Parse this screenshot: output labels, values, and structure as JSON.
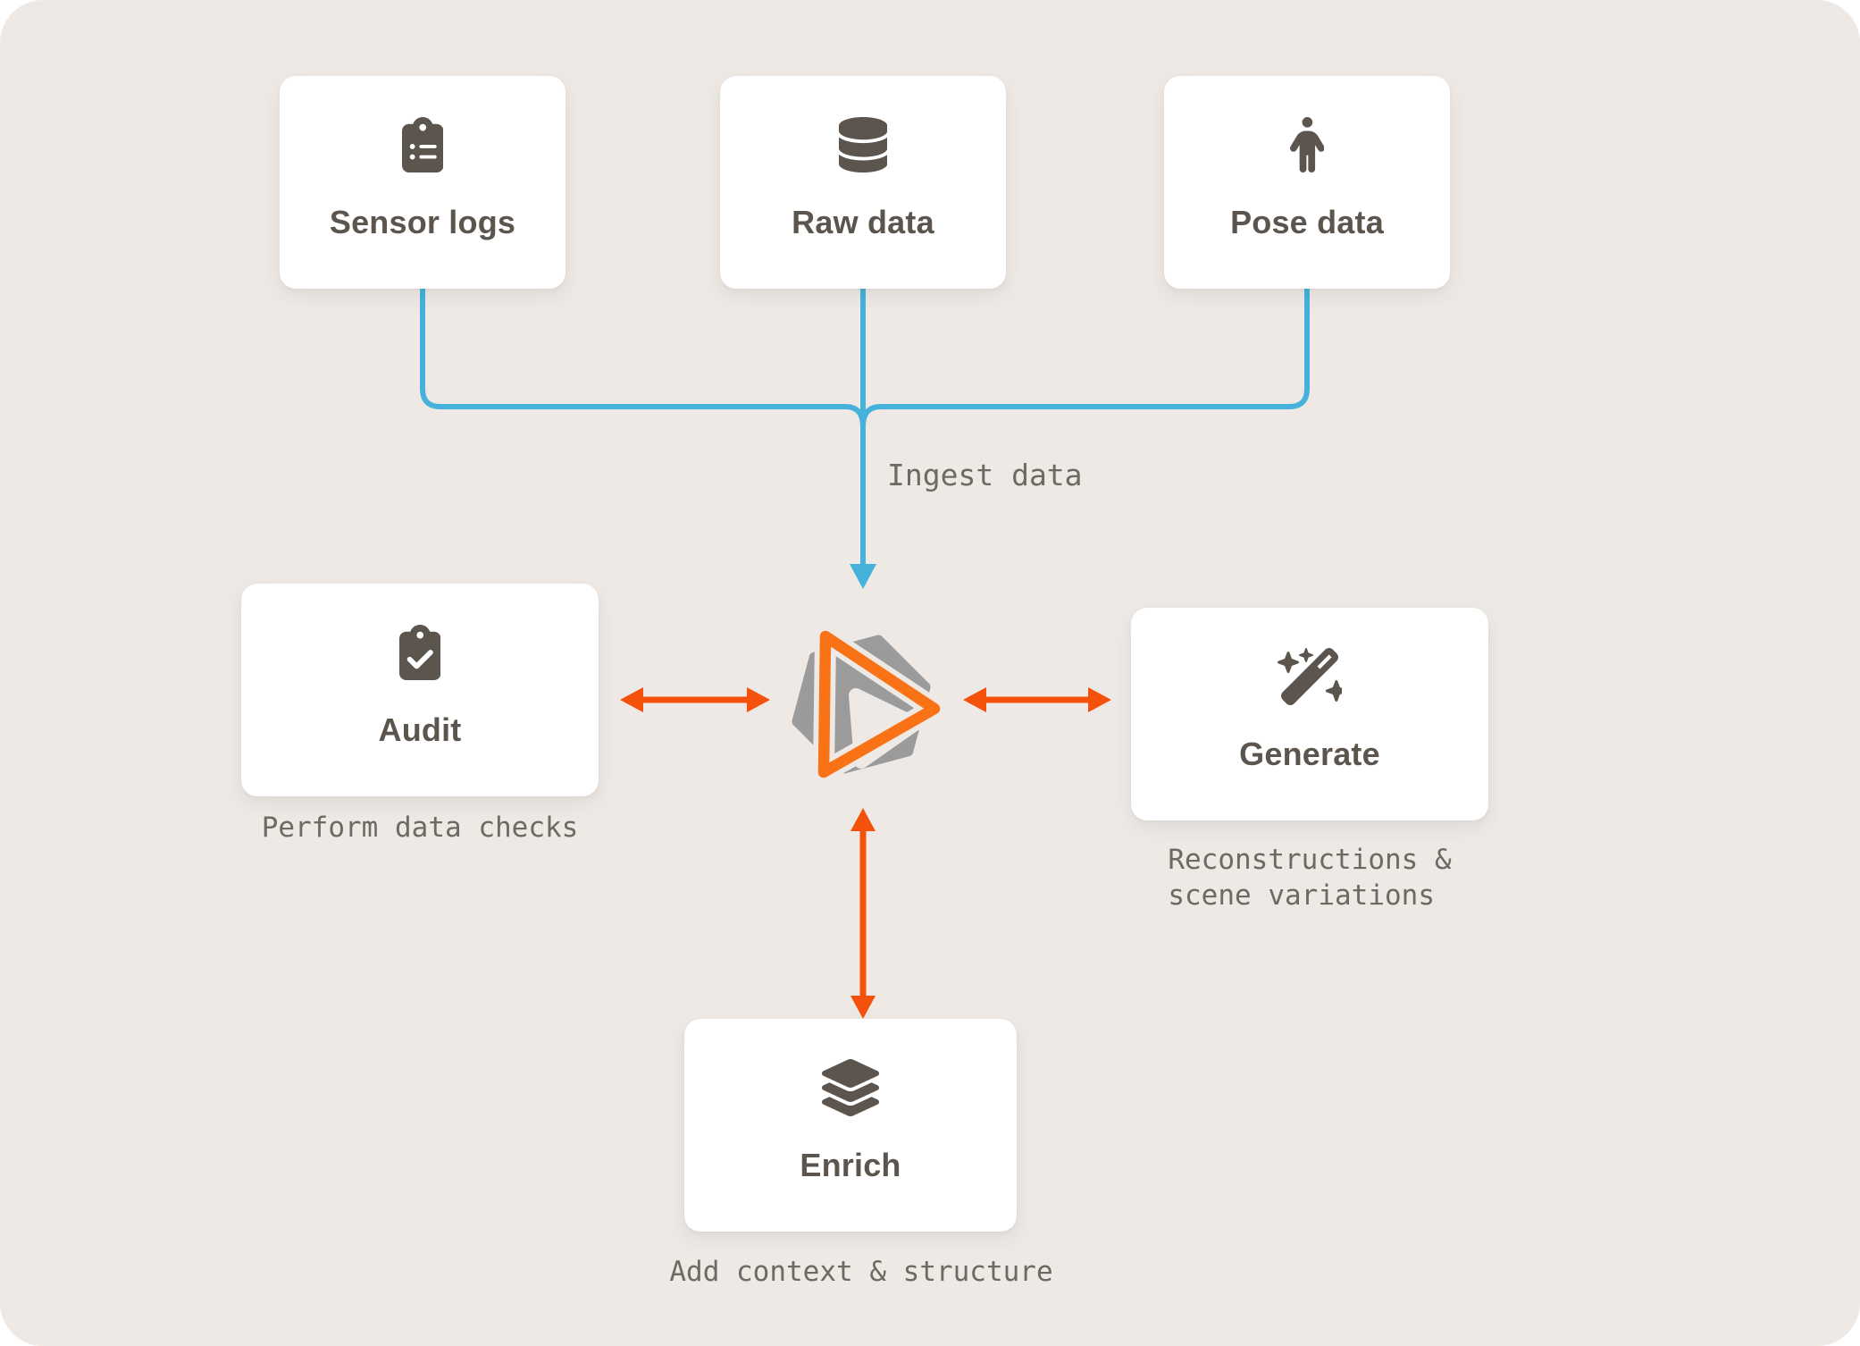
{
  "theme": {
    "background": "#EEE9E5",
    "card_bg": "#FFFFFF",
    "title_color": "#5C554E",
    "caption_color": "#6F6963",
    "icon_color": "#5C554E",
    "blue": "#45B2DB",
    "orange": "#F4510C",
    "logo_gray": "#9B9B9B",
    "logo_orange": "#F97316"
  },
  "nodes": {
    "sensor_logs": {
      "label": "Sensor logs",
      "icon": "clipboard-list-icon"
    },
    "raw_data": {
      "label": "Raw data",
      "icon": "database-icon"
    },
    "pose_data": {
      "label": "Pose data",
      "icon": "person-icon"
    },
    "audit": {
      "label": "Audit",
      "icon": "clipboard-check-icon",
      "caption": "Perform data checks"
    },
    "generate": {
      "label": "Generate",
      "icon": "magic-wand-sparkles-icon",
      "caption": "Reconstructions &\nscene variations"
    },
    "enrich": {
      "label": "Enrich",
      "icon": "layers-icon",
      "caption": "Add context & structure"
    }
  },
  "hub": {
    "icon": "hexagon-play-logo"
  },
  "edges": [
    {
      "from": [
        "sensor_logs",
        "raw_data",
        "pose_data"
      ],
      "to": "hub",
      "label": "Ingest data",
      "color": "blue",
      "type": "merge-arrow"
    },
    {
      "from": "hub",
      "to": "audit",
      "color": "orange",
      "type": "bidirectional-arrow"
    },
    {
      "from": "hub",
      "to": "generate",
      "color": "orange",
      "type": "bidirectional-arrow"
    },
    {
      "from": "hub",
      "to": "enrich",
      "color": "orange",
      "type": "bidirectional-arrow"
    }
  ]
}
